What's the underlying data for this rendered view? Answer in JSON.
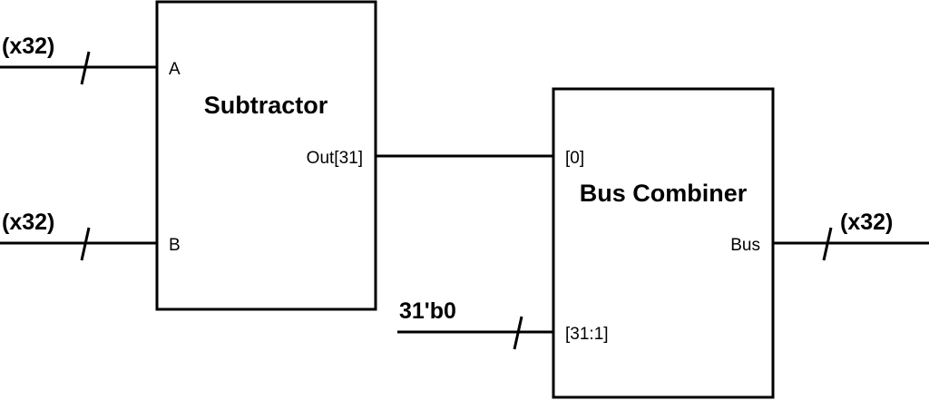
{
  "subtractor": {
    "title": "Subtractor",
    "port_a": "A",
    "port_b": "B",
    "port_out": "Out[31]"
  },
  "bus_combiner": {
    "title": "Bus Combiner",
    "port_low": "[0]",
    "port_high": "[31:1]",
    "port_bus": "Bus"
  },
  "wire_labels": {
    "input_a_width": "(x32)",
    "input_b_width": "(x32)",
    "output_width": "(x32)",
    "constant": "31'b0"
  },
  "colors": {
    "line": "#000000",
    "background": "#ffffff"
  }
}
